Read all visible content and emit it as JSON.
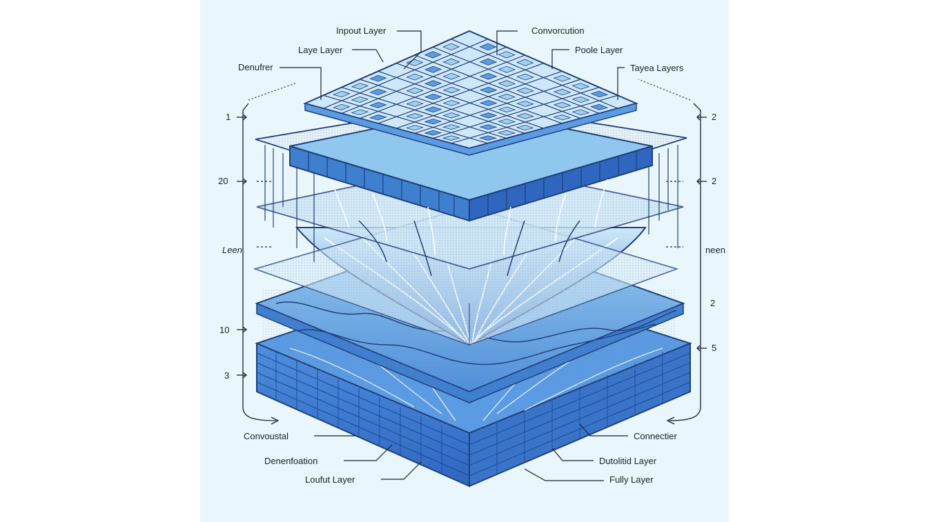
{
  "labels": {
    "input_layer": "Inpout Layer",
    "convolution": "Convorcution",
    "laye_layer": "Laye Layer",
    "poole_layer": "Poole Layer",
    "denufrer": "Denufrer",
    "tayea_layers": "Tayea Layers",
    "convoustal": "Convoustal",
    "connectier": "Connectier",
    "denenfoation": "Denenfoation",
    "dutolitid_layer": "Dutolitid Layer",
    "loufut_layer": "Loufut Layer",
    "fully_layer": "Fully Layer",
    "left_side_text": "Leen",
    "right_side_text": "neen"
  },
  "left_markers": [
    "1",
    "20",
    "10",
    "3"
  ],
  "right_markers": [
    "2",
    "2",
    "2",
    "5"
  ],
  "colors": {
    "background": "#e9f6fc",
    "layer_blue": "#3f7fd0",
    "light_blue": "#bfe3f7",
    "dark_blue": "#1c4f9c",
    "outline": "#1f3f78"
  }
}
